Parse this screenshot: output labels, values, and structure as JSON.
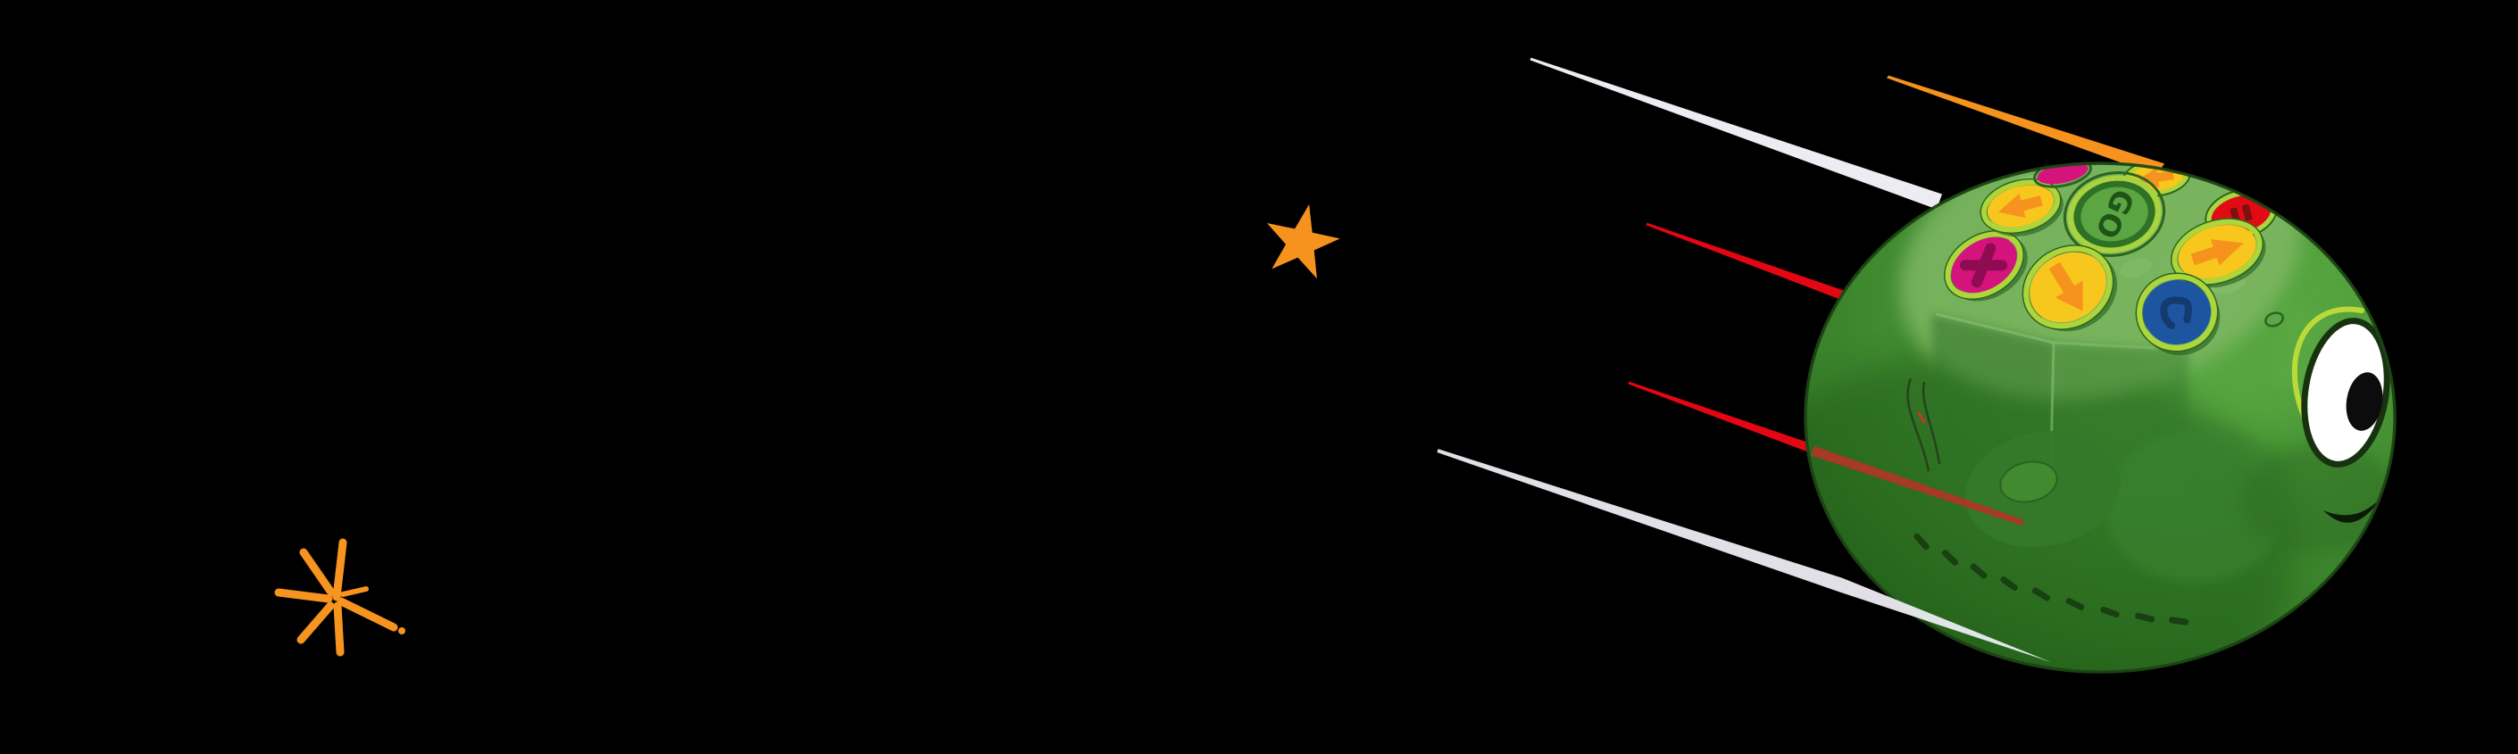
{
  "scene": {
    "background_color": "#000000",
    "subject": "green cartoon robot toy flying with motion streaks"
  },
  "palette": {
    "orange": "#F6921E",
    "red": "#E30613",
    "dark_red_on_body": "#A63A24",
    "streak_white": "#ECECF2",
    "body_green_light": "#58A742",
    "body_green_mid": "#3E8C2E",
    "body_green_dark": "#1F5317",
    "dome_green": "#7FB763",
    "lime_ring": "#AED63C",
    "outline_green": "#1C4414",
    "eye_white": "#FFFFFF",
    "pupil_black": "#0C0C0C"
  },
  "decorations": {
    "star": {
      "name": "orange five point star",
      "color": "#F6921E"
    },
    "sparkle": {
      "name": "orange hand-drawn sparkle burst",
      "color": "#F6941F"
    }
  },
  "streaks": [
    {
      "name": "white streak top",
      "color": "#ECECF2"
    },
    {
      "name": "orange streak top",
      "color": "#F6921E"
    },
    {
      "name": "red streak upper",
      "color": "#E30613"
    },
    {
      "name": "red streak middle",
      "color": "#E30613"
    },
    {
      "name": "dark red streak on body",
      "color": "#A63A24"
    },
    {
      "name": "white streak bottom",
      "color": "#ECECF2"
    }
  ],
  "robot": {
    "name": "green programmable floor robot",
    "go_button_label": "GO",
    "buttons": [
      {
        "id": "clear",
        "glyph": "x-cross",
        "color": "#D5137D"
      },
      {
        "id": "turn-left",
        "glyph": "arrow-left",
        "color": "#F7C71D"
      },
      {
        "id": "hidden-top",
        "glyph": "none",
        "color": "#D5137D"
      },
      {
        "id": "top-arrow",
        "glyph": "arrow-left",
        "color": "#F7C71D"
      },
      {
        "id": "go",
        "glyph": "text-go",
        "color": "#5BA542",
        "label": "GO"
      },
      {
        "id": "pause",
        "glyph": "pause-bars",
        "color": "#E30B13"
      },
      {
        "id": "turn-right",
        "glyph": "arrow-right",
        "color": "#F7C71D"
      },
      {
        "id": "backward",
        "glyph": "arrow-down",
        "color": "#F7C71D"
      },
      {
        "id": "reset",
        "glyph": "square-loop",
        "color": "#1D55A0"
      }
    ],
    "face": {
      "eye_white": "#FFFFFF",
      "pupil": "#0C0C0C",
      "eyebrow_arc": "#BCD93A",
      "smile": "#0B1A06"
    }
  }
}
